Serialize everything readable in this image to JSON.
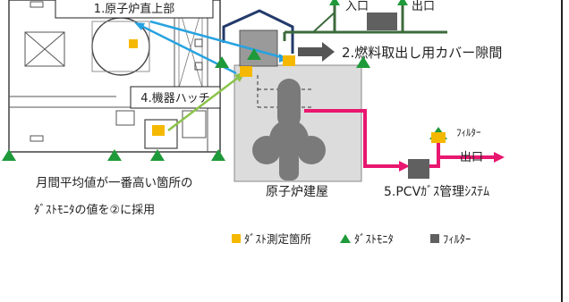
{
  "labels": {
    "reactor_top": "1.原子炉直上部",
    "equipment_hatch": "4.機器ハッチ",
    "fuel_cover_gap": "2.燃料取出し用カバー隙間",
    "reactor_building": "原子炉建屋",
    "pcv_system": "5.PCVｶﾞｽ管理ｼｽﾃﾑ",
    "inlet": "入口",
    "outlet_top": "出口",
    "outlet_right": "出口",
    "filter_label": "ﾌｨﾙﾀｰ"
  },
  "note": {
    "line1": "月間平均値が一番高い箇所の",
    "line2": "ﾀﾞｽﾄﾓﾆﾀの値を②に採用"
  },
  "legend": {
    "dust_point": "ﾀﾞｽﾄ測定箇所",
    "dust_monitor": "ﾀﾞｽﾄﾓﾆﾀ",
    "filter": "ﾌｨﾙﾀｰ"
  },
  "colors": {
    "measurement_point": "#f5b800",
    "dust_monitor": "#1f9a3a",
    "filter": "#606060",
    "pcv_line": "#e8176f",
    "reactor_top_arrow": "#27a2e0",
    "hatch_arrow": "#8bc34a",
    "cover_line": "#3c6b3c",
    "building_frame": "#233a6b",
    "building_fill": "#dcdcdc"
  }
}
